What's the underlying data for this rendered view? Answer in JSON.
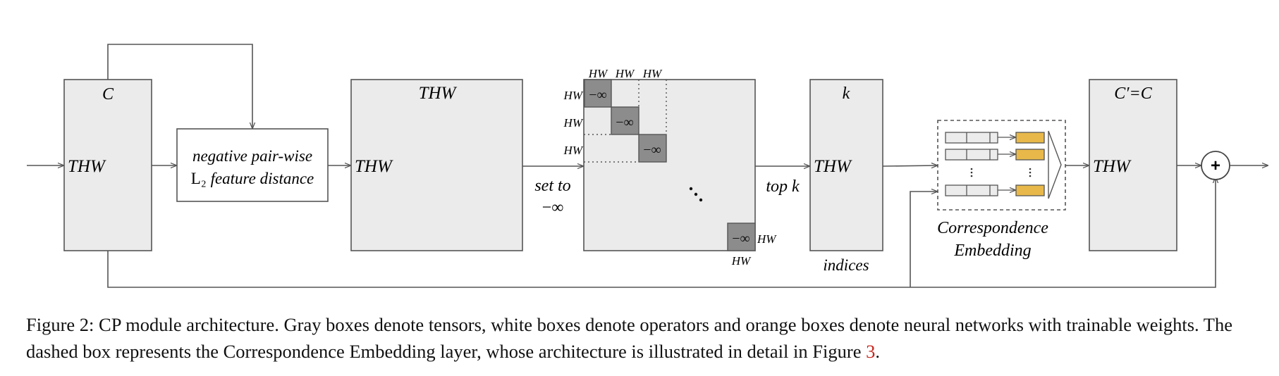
{
  "diagram": {
    "input_tensor": {
      "top_label": "C",
      "side_label": "THW"
    },
    "operator_box": {
      "line1": "negative pair-wise",
      "line2_symbol": "L₂",
      "line2_text": " feature distance"
    },
    "distance_tensor": {
      "top_label": "THW",
      "side_label": "THW"
    },
    "set_to_label": {
      "line1": "set to",
      "line2": "−∞"
    },
    "matrix": {
      "top_labels": [
        "HW",
        "HW",
        "HW"
      ],
      "side_labels": [
        "HW",
        "HW",
        "HW"
      ],
      "block_label": "−∞",
      "last_block_label": "−∞",
      "last_right_label": "HW",
      "last_bottom_label": "HW"
    },
    "topk_label": "top k",
    "indices_tensor": {
      "top_label": "k",
      "side_label": "THW",
      "bottom_label": "indices"
    },
    "embedding_layer": {
      "line1": "Correspondence",
      "line2": "Embedding"
    },
    "output_tensor": {
      "top_label": "C′=C",
      "side_label": "THW"
    },
    "sum_symbol": "+",
    "colors": {
      "tensor_gray": "#ebebeb",
      "block_gray": "#8c8c8c",
      "network_orange": "#e8b94a",
      "line": "#555555"
    }
  },
  "caption": {
    "prefix": "Figure 2: CP module architecture. Gray boxes denote tensors, white boxes denote operators and orange boxes denote neural networks with trainable weights. The dashed box represents the Correspondence Embedding layer, whose architecture is illustrated in detail in Figure ",
    "ref": "3",
    "suffix": "."
  }
}
